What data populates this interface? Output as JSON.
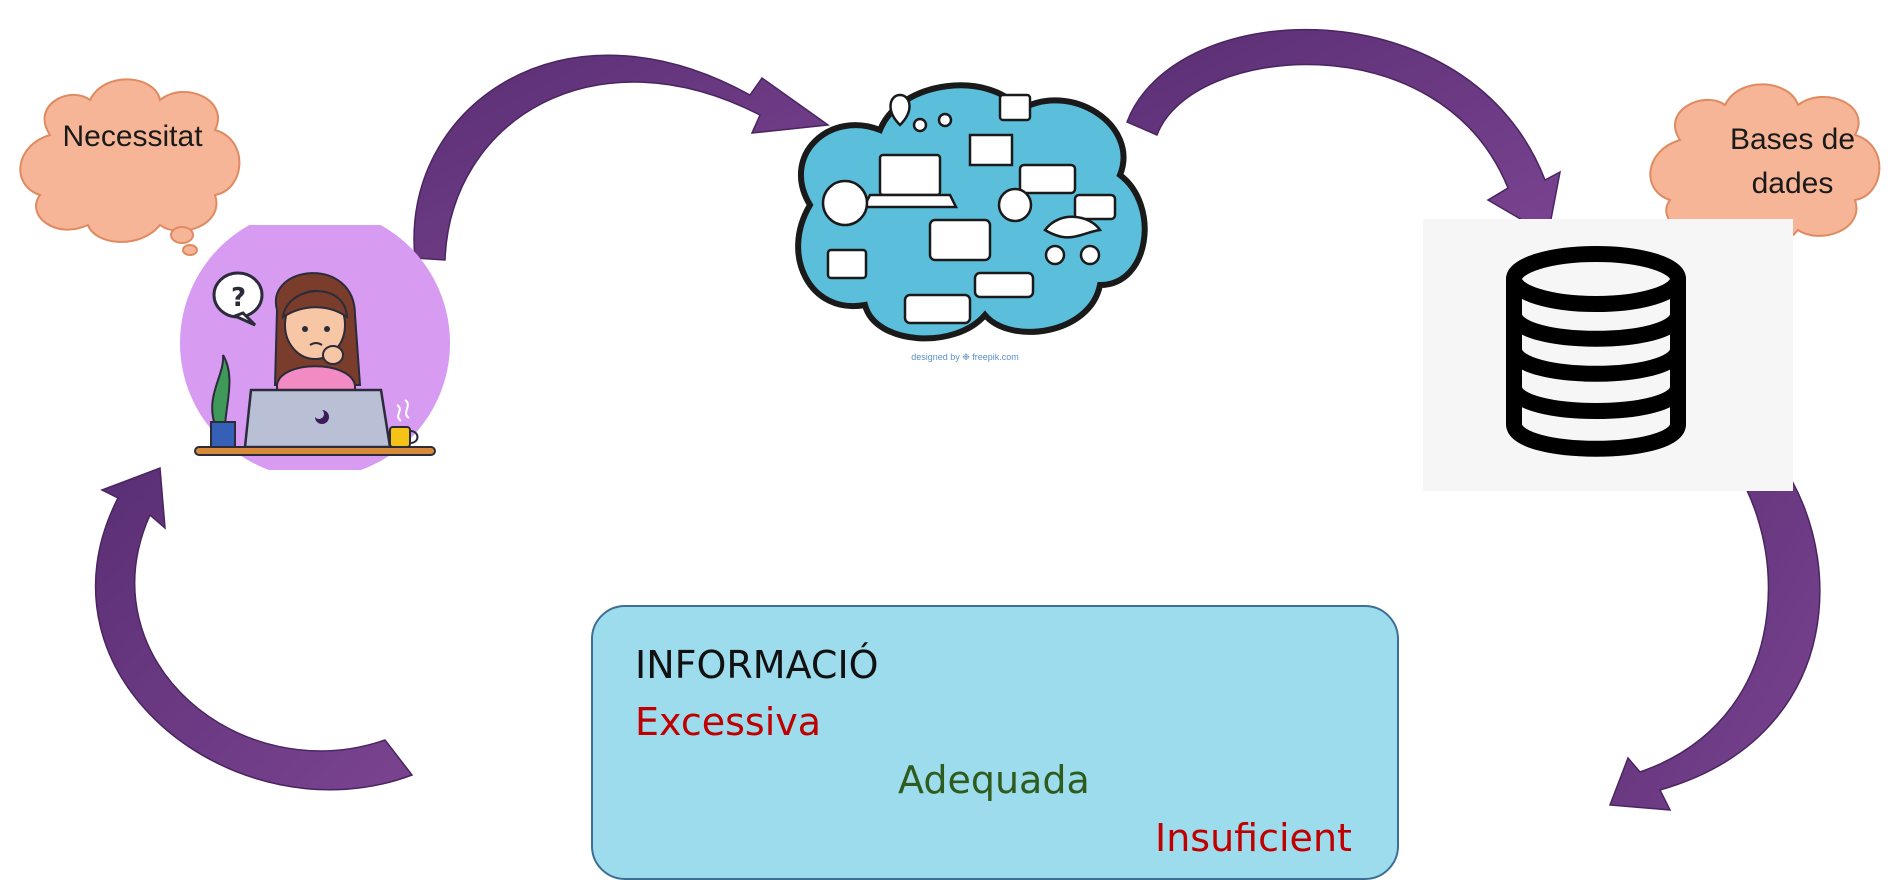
{
  "nodes": {
    "need_label": "Necessitat",
    "databases_label_line1": "Bases de",
    "databases_label_line2": "dades",
    "internet_credit": "designed by ❉ freepik.com"
  },
  "info_box": {
    "title": "INFORMACIÓ",
    "option_excessive": "Excessiva",
    "option_adequate": "Adequada",
    "option_insufficient": "Insuficient"
  },
  "colors": {
    "arrow": "#6b3a82",
    "thought_cloud": "#f6b596",
    "info_box": "#9ddcec",
    "excessive": "#c00000",
    "adequate": "#2e5b1e",
    "insufficient": "#c00000",
    "internet_cloud": "#5bbfdb",
    "person_background": "#d79bf2"
  },
  "icons": [
    "thought-cloud-icon",
    "person-at-laptop-icon",
    "internet-cloud-icon",
    "database-icon",
    "curved-arrow-icon"
  ]
}
